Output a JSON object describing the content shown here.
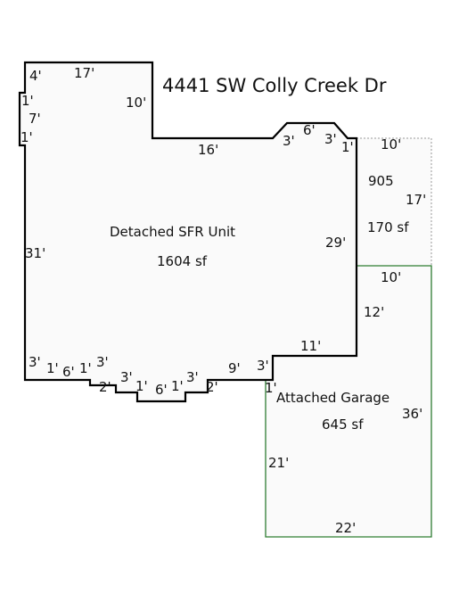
{
  "title": "4441 SW Colly Creek Dr",
  "colors": {
    "house_outline": "#000000",
    "garage_outline": "#2e7d32",
    "dashed_area": "#999999",
    "fill": "#fafafa"
  },
  "areas": {
    "house": {
      "name": "Detached SFR Unit",
      "area": "1604 sf"
    },
    "patio": {
      "name": "905",
      "area": "170 sf"
    },
    "garage": {
      "name": "Attached Garage",
      "area": "645 sf"
    }
  },
  "dimensions": {
    "top_4": "4'",
    "top_17": "17'",
    "left_1a": "1'",
    "left_7": "7'",
    "left_1b": "1'",
    "step_10": "10'",
    "mid_16": "16'",
    "bump_3a": "3'",
    "bump_6": "6'",
    "bump_3b": "3'",
    "bump_1": "1'",
    "patio_top_10": "10'",
    "patio_17": "17'",
    "right_29": "29'",
    "left_31": "31'",
    "patio_bottom_10": "10'",
    "right_12": "12'",
    "ledge_11": "11'",
    "b_3a": "3'",
    "b_1a": "1'",
    "b_6a": "6'",
    "b_1b": "1'",
    "b_3b": "3'",
    "b_2a": "2'",
    "b_3c": "3'",
    "b_1c": "1'",
    "b_6b": "6'",
    "b_1d": "1'",
    "b_3d": "3'",
    "b_2b": "2'",
    "b_9": "9'",
    "b_3e": "3'",
    "b_1e": "1'",
    "garage_36": "36'",
    "garage_21": "21'",
    "garage_22": "22'"
  }
}
